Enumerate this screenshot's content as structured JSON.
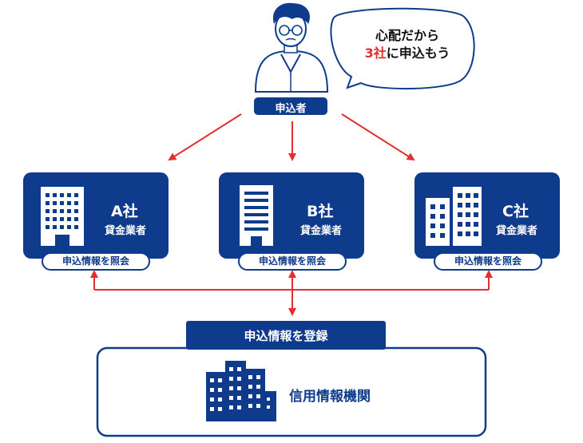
{
  "colors": {
    "navy": "#0f3b8c",
    "red": "#e03030",
    "white": "#ffffff"
  },
  "applicant": {
    "label": "申込者",
    "icon": "person-icon",
    "speech": {
      "line1": "心配だから",
      "line2_highlight": "3社",
      "line2_rest": "に申込もう"
    }
  },
  "companies": [
    {
      "name": "A社",
      "type": "貸金業者",
      "query_label": "申込情報を照会",
      "icon": "office-building-icon"
    },
    {
      "name": "B社",
      "type": "貸金業者",
      "query_label": "申込情報を照会",
      "icon": "office-building-icon"
    },
    {
      "name": "C社",
      "type": "貸金業者",
      "query_label": "申込情報を照会",
      "icon": "office-buildings-icon"
    }
  ],
  "bureau": {
    "header": "申込情報を登録",
    "name": "信用情報機関",
    "icon": "city-buildings-icon"
  }
}
